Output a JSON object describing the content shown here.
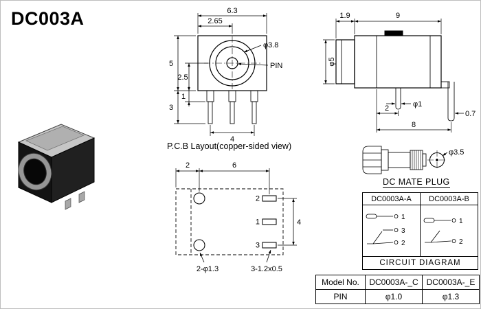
{
  "title": "DC003A",
  "front_view": {
    "dim_63": "6.3",
    "dim_265": "2.65",
    "dia_38": "φ3.8",
    "pin_label": "PIN",
    "dim_5": "5",
    "dim_25": "2.5",
    "dim_1": "1",
    "dim_3": "3",
    "dim_4": "4"
  },
  "side_view": {
    "dim_19": "1.9",
    "dim_9": "9",
    "dia_5": "φ5",
    "dia_1": "φ1",
    "dim_2": "2",
    "dim_8": "8",
    "dim_07": "0.7"
  },
  "pcb_layout": {
    "caption": "P.C.B Layout(copper-sided view)",
    "dim_2": "2",
    "dim_6": "6",
    "dim_4": "4",
    "pad_2": "2",
    "pad_1": "1",
    "pad_3": "3",
    "holes_label": "2-φ1.3",
    "slots_label": "3-1.2x0.5"
  },
  "mate_plug": {
    "caption": "DC MATE PLUG",
    "dia_35": "φ3.5"
  },
  "circuit": {
    "header_a": "DC0003A-A",
    "header_b": "DC0003A-B",
    "a_pin1": "1",
    "a_pin3": "3",
    "a_pin2": "2",
    "b_pin1": "1",
    "b_pin2": "2",
    "caption": "CIRCUIT DIAGRAM"
  },
  "model_table": {
    "header_model": "Model No.",
    "header_c": "DC0003A-_C",
    "header_e": "DC0003A-_E",
    "row_pin": "PIN",
    "pin_c": "φ1.0",
    "pin_e": "φ1.3"
  }
}
